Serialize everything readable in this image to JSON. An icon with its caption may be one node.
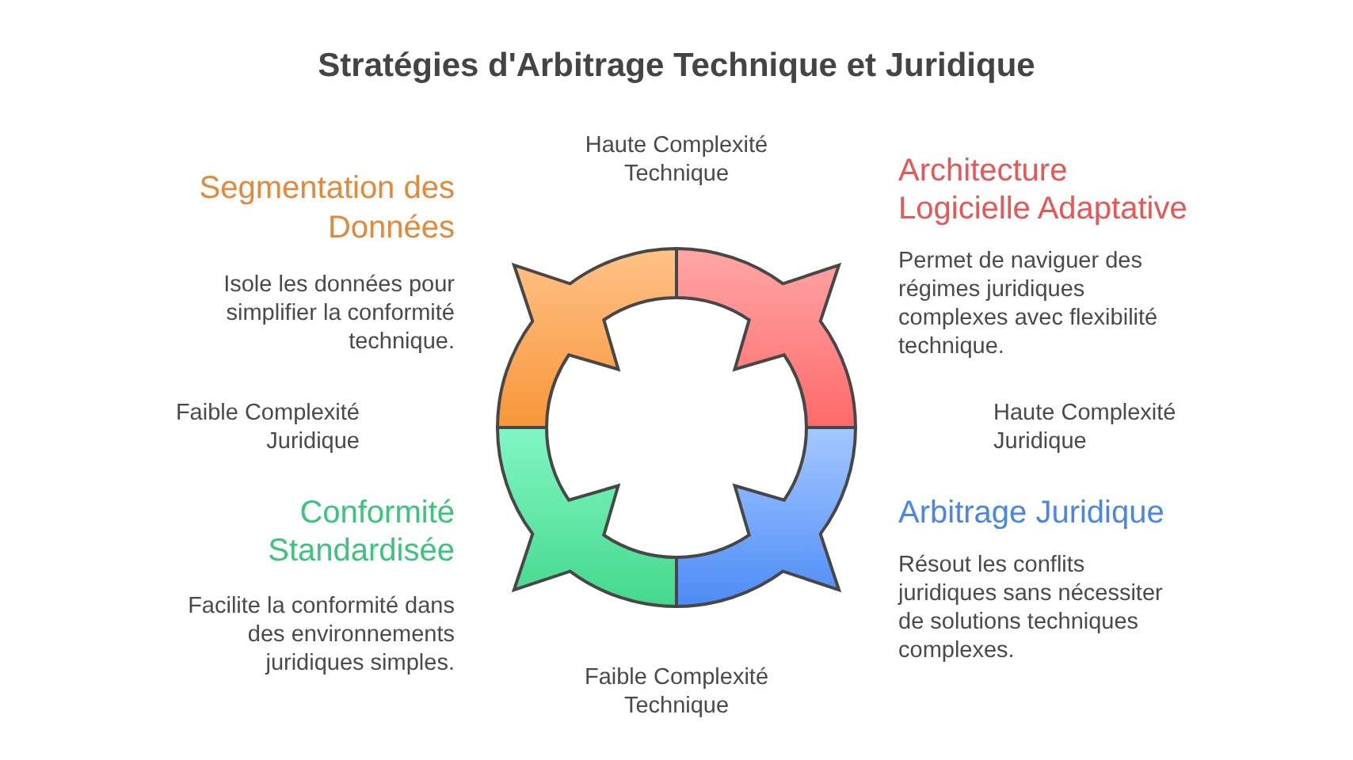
{
  "diagram": {
    "title": "Stratégies d'Arbitrage Technique et Juridique",
    "nodes": [
      {
        "text": [
          "Segmentation des Données",
          "Isole les données pour simplifier la conformité technique."
        ]
      },
      {
        "text": [
          "Architecture Logicielle Adaptative",
          "Permet de naviguer des régimes juridiques complexes avec flexibilité technique."
        ]
      },
      {
        "text": [
          "Conformité Standardisée",
          "Facilite la conformité dans des environnements juridiques simples."
        ]
      },
      {
        "text": [
          "Arbitrage Juridique",
          "Résout les conflits juridiques sans nécessiter de solutions techniques complexes."
        ]
      }
    ],
    "labels": [
      "Haute Complexité Technique",
      "Faible Complexité Juridique",
      "Haute Complexité Juridique",
      "Faible Complexité Technique"
    ]
  }
}
